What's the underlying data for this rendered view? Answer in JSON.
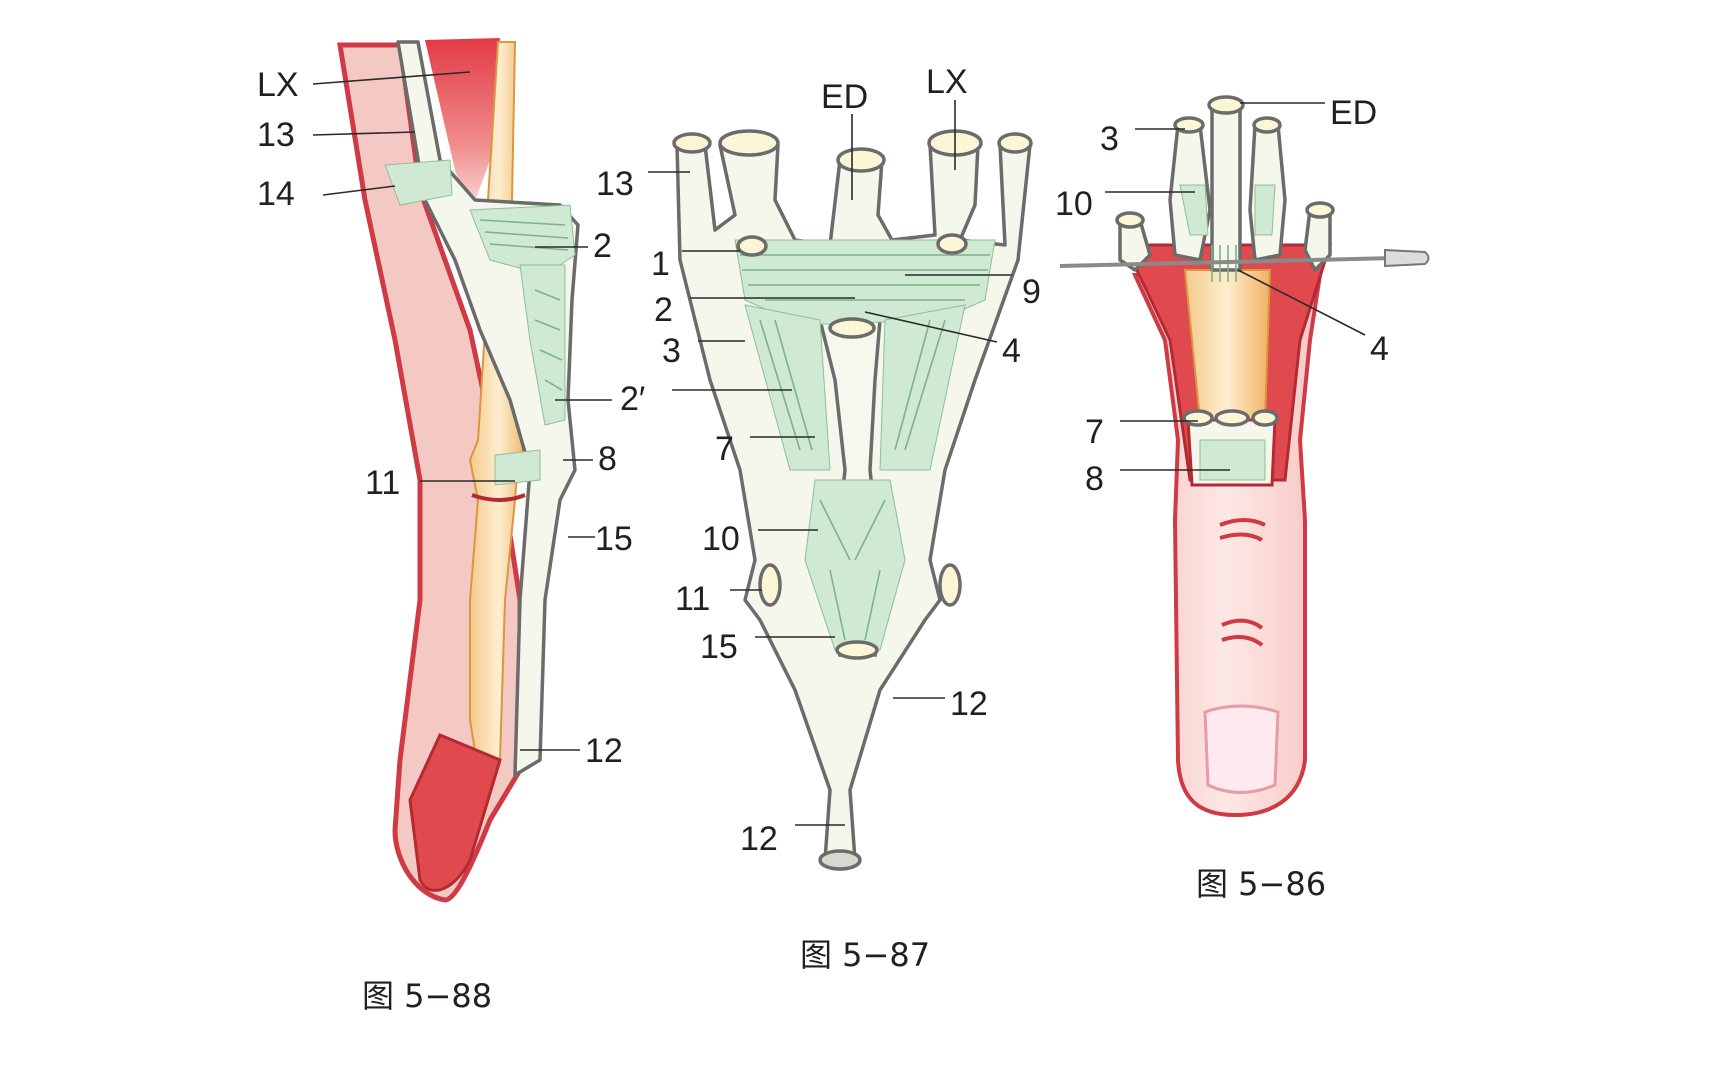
{
  "figures": [
    {
      "caption": "图 5−88",
      "labels": [
        "LX",
        "13",
        "14",
        "2",
        "2′",
        "8",
        "11",
        "15",
        "12"
      ]
    },
    {
      "caption": "图 5−87",
      "labels": [
        "ED",
        "LX",
        "13",
        "1",
        "9",
        "2",
        "3",
        "4",
        "7",
        "10",
        "11",
        "15",
        "12",
        "12"
      ]
    },
    {
      "caption": "图 5−86",
      "labels": [
        "ED",
        "3",
        "10",
        "4",
        "7",
        "8"
      ]
    }
  ],
  "colors": {
    "tendon": "#f5f7ec",
    "ligament_green": "#cfe9d2",
    "skin_red": "#cf3a44",
    "bone": "#f2b86a"
  }
}
